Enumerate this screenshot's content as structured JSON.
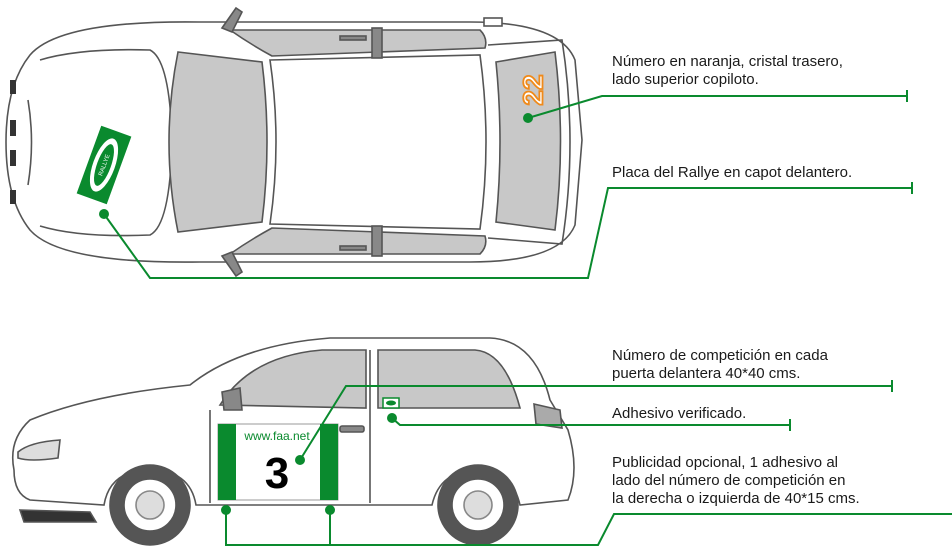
{
  "colors": {
    "leader": "#0a8a2e",
    "sticker_green": "#0a8a2e",
    "number_orange": "#f08a1a",
    "glass": "#c8c8c8",
    "body_outline": "#555555"
  },
  "top_view": {
    "rear_window_number": "22",
    "hood_plate_text": "RALLYE"
  },
  "side_view": {
    "door_panel_url": "www.faa.net",
    "door_panel_number": "3"
  },
  "annotations": {
    "rear_number": [
      "Número en naranja, cristal trasero,",
      "lado superior copiloto."
    ],
    "hood_plate": [
      "Placa del Rallye en capot delantero."
    ],
    "door_number": [
      "Número de competición en cada",
      "puerta delantera 40*40 cms."
    ],
    "verified_sticker": [
      "Adhesivo verificado."
    ],
    "optional_ads": [
      "Publicidad opcional, 1 adhesivo al",
      "lado del número de competición en",
      "la derecha o izquierda de 40*15 cms."
    ]
  }
}
